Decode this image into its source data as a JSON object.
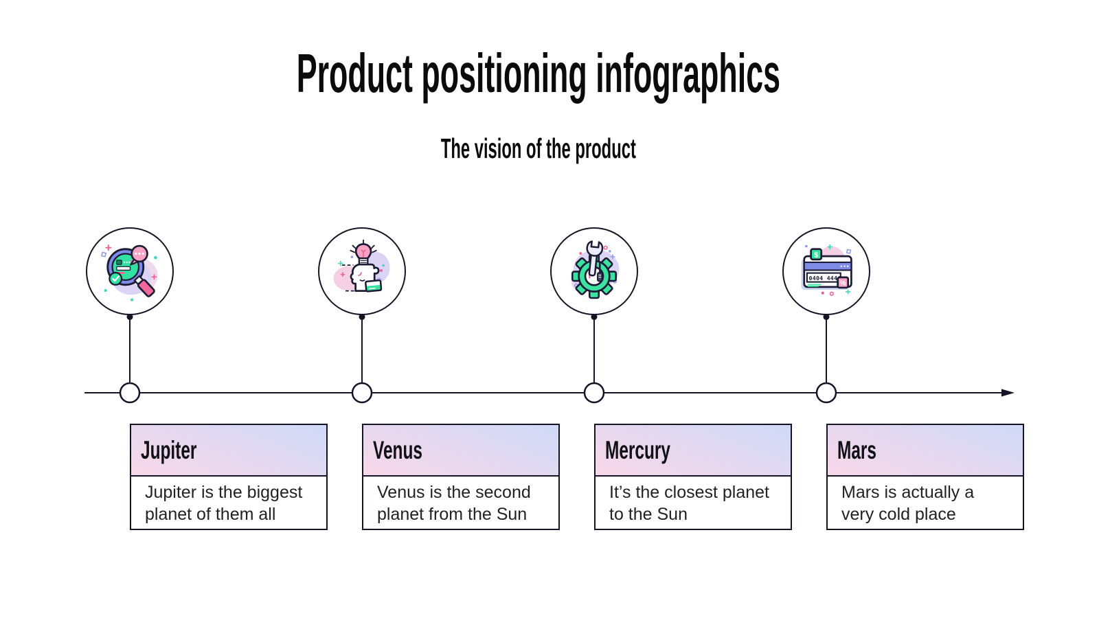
{
  "slide": {
    "title": "Product positioning infographics",
    "subtitle": "The vision of the product"
  },
  "timeline": {
    "items": [
      {
        "title": "Jupiter",
        "description": "Jupiter is the biggest\nplanet of them all",
        "icon": "magnifier-analysis-icon"
      },
      {
        "title": "Venus",
        "description": "Venus is the second\nplanet from the Sun",
        "icon": "idea-puzzle-head-icon"
      },
      {
        "title": "Mercury",
        "description": "It’s the closest planet\nto the Sun",
        "icon": "gear-wrench-icon"
      },
      {
        "title": "Mars",
        "description": "Mars is actually a\nvery cold place",
        "icon": "credit-card-icon"
      }
    ]
  },
  "colors": {
    "header_gradient_top": "#cfd9f7",
    "header_gradient_bottom": "#f8d8e8",
    "outline_dark": "#1b1b33",
    "accent_green": "#3be3a3",
    "accent_pink": "#f4679d",
    "accent_light_pink": "#f7a3c6",
    "accent_periwinkle": "#7e8ce8",
    "blob_lavender": "#dbd4f4",
    "blob_pink": "#f5d0e3"
  }
}
